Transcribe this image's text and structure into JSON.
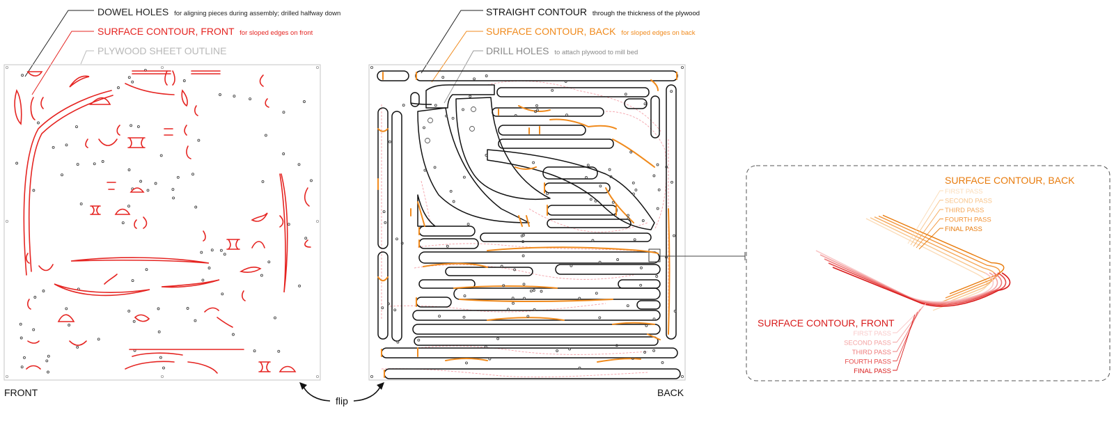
{
  "legend": {
    "dowel": {
      "title": "DOWEL HOLES",
      "note": "for aligning pieces during assembly; drilled halfway down",
      "color": "#222222"
    },
    "surface_front": {
      "title": "SURFACE CONTOUR, FRONT",
      "note": "for sloped edges on front",
      "color": "#e52421"
    },
    "sheet_outline": {
      "title": "PLYWOOD SHEET OUTLINE",
      "note": "",
      "color": "#b8b8b8"
    },
    "straight": {
      "title": "STRAIGHT CONTOUR",
      "note": "through the thickness of the plywood",
      "color": "#111111"
    },
    "surface_back": {
      "title": "SURFACE CONTOUR, BACK",
      "note": "for sloped edges on back",
      "color": "#f08a1c"
    },
    "drill": {
      "title": "DRILL HOLES",
      "note": "to attach plywood to mill bed",
      "color": "#8a8a8a"
    }
  },
  "sheets": {
    "front_label": "FRONT",
    "back_label": "BACK",
    "flip_label": "flip"
  },
  "detail": {
    "back_title": "SURFACE CONTOUR, BACK",
    "back_passes": [
      "FIRST PASS",
      "SECOND PASS",
      "THIRD PASS",
      "FOURTH PASS",
      "FINAL PASS"
    ],
    "back_colors": [
      "#fbdcb8",
      "#f8c48a",
      "#f5a85a",
      "#f29235",
      "#e87b0c"
    ],
    "front_title": "SURFACE CONTOUR, FRONT",
    "front_passes": [
      "FIRST PASS",
      "SECOND PASS",
      "THIRD PASS",
      "FOURTH PASS",
      "FINAL PASS"
    ],
    "front_colors": [
      "#f9c9c9",
      "#f4a3a3",
      "#ee7b7b",
      "#e64a4a",
      "#d81b1b"
    ]
  }
}
